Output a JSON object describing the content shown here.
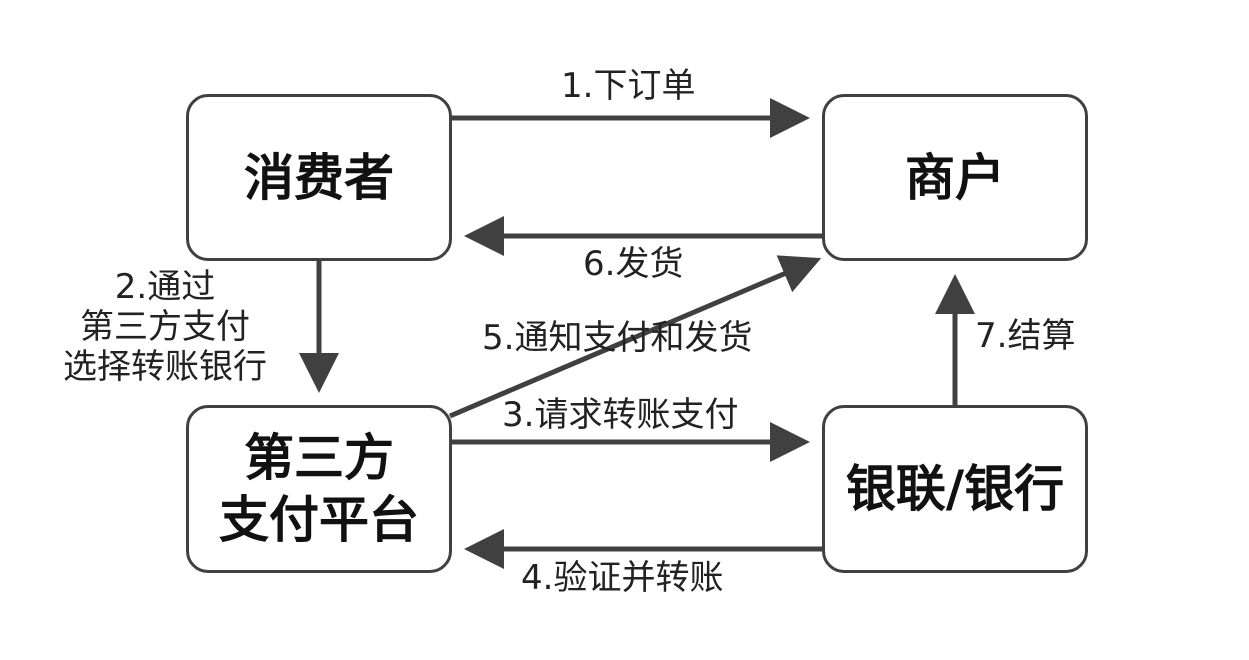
{
  "nodes": {
    "consumer": "消费者",
    "merchant": "商户",
    "platform_line1": "第三方",
    "platform_line2": "支付平台",
    "bank": "银联/银行"
  },
  "edges": {
    "e1": "1.下订单",
    "e2_line1": "2.通过",
    "e2_line2": "第三方支付",
    "e2_line3": "选择转账银行",
    "e3": "3.请求转账支付",
    "e4": "4.验证并转账",
    "e5": "5.通知支付和发货",
    "e6": "6.发货",
    "e7": "7.结算"
  },
  "colors": {
    "stroke": "#404040",
    "text": "#222222"
  }
}
